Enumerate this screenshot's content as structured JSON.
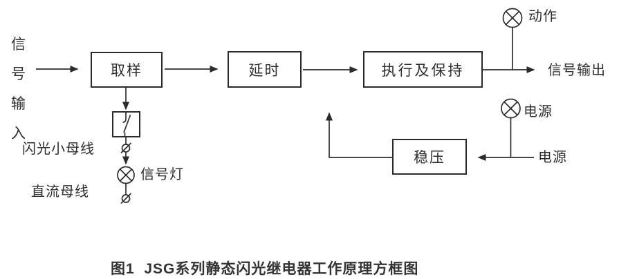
{
  "diagram": {
    "input_vertical_label": {
      "chars": [
        "信",
        "号",
        "输",
        "入"
      ]
    },
    "boxes": {
      "sampling": "取样",
      "delay": "延时",
      "execute_hold": "执行及保持",
      "voltage_regulator": "稳压"
    },
    "labels": {
      "action_lamp": "动作",
      "signal_output": "信号输出",
      "power_lamp": "电源",
      "power_source": "电源",
      "flash_small_bus": "闪光小母线",
      "dc_bus": "直流母线",
      "signal_lamp": "信号灯"
    },
    "icons": {
      "lamp": "indicator-lamp-circle-x",
      "terminal": "terminal-circle-slash",
      "switch": "switch-contact-in-box"
    },
    "colors": {
      "line": "#2b2b2b",
      "text": "#2e2e2e",
      "background": "#ffffff"
    }
  },
  "caption": "图1  JSG系列静态闪光继电器工作原理方框图"
}
